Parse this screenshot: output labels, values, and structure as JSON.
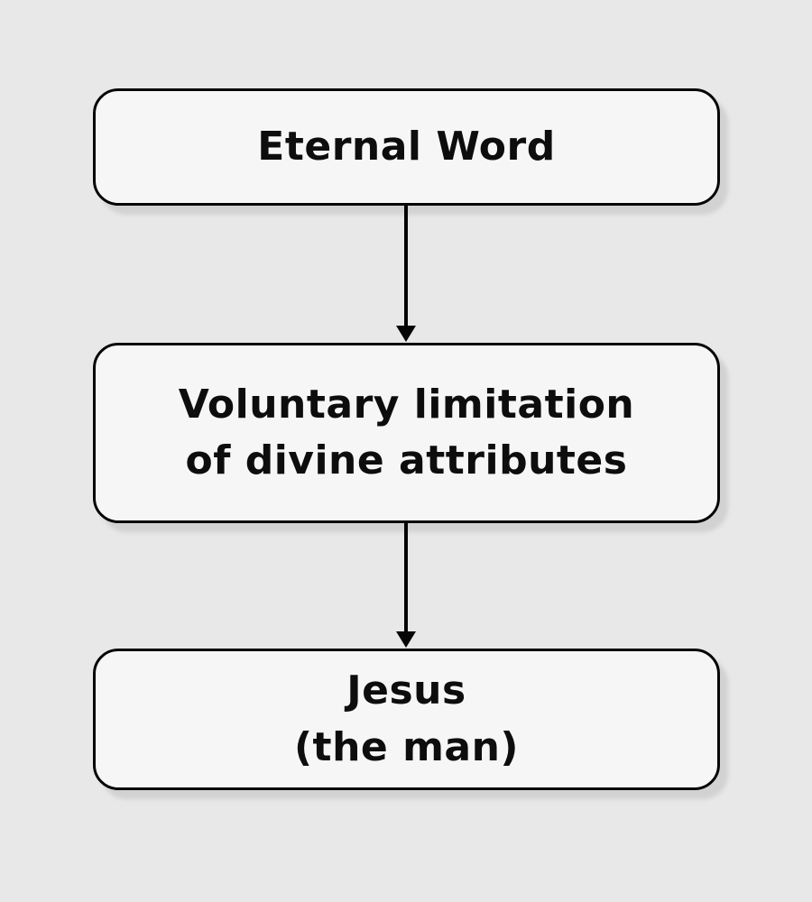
{
  "diagram": {
    "type": "flowchart",
    "direction": "top-down",
    "background_color": "#e8e8e8",
    "node_fill_color": "#f6f6f6",
    "node_border_color": "#050505",
    "node_text_color": "#0d0d0d",
    "node_shadow_color": "#d2d2d2",
    "nodes": [
      {
        "id": "eternal-word",
        "label": "Eternal Word"
      },
      {
        "id": "voluntary-limitation",
        "label": "Voluntary limitation\nof divine attributes"
      },
      {
        "id": "jesus-the-man",
        "label": "Jesus\n(the man)"
      }
    ],
    "edges": [
      {
        "from": "eternal-word",
        "to": "voluntary-limitation",
        "style": "solid-arrow"
      },
      {
        "from": "voluntary-limitation",
        "to": "jesus-the-man",
        "style": "solid-arrow"
      }
    ]
  }
}
